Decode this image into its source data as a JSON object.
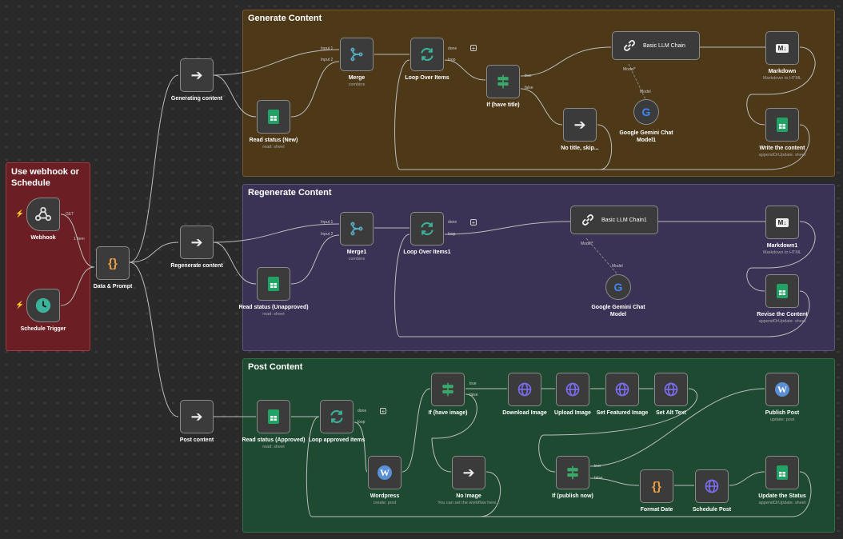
{
  "groups": {
    "trigger": "Use webhook or Schedule",
    "generate": "Generate Content",
    "regenerate": "Regenerate Content",
    "post": "Post Content"
  },
  "nodes": {
    "webhook": {
      "label": "Webhook"
    },
    "schedule": {
      "label": "Schedule Trigger"
    },
    "data_prompt": {
      "label": "Data & Prompt"
    },
    "generating": {
      "label": "Generating content"
    },
    "regenerating": {
      "label": "Regenerate content"
    },
    "post_content": {
      "label": "Post content"
    },
    "read_new": {
      "label": "Read status (New)",
      "sub": "read: sheet"
    },
    "merge": {
      "label": "Merge",
      "sub": "combine"
    },
    "loop": {
      "label": "Loop Over Items"
    },
    "if_title": {
      "label": "If (have title)"
    },
    "llm": {
      "label": "Basic LLM Chain"
    },
    "markdown": {
      "label": "Markdown",
      "sub": "Markdown to HTML"
    },
    "gemini1": {
      "label": "Google Gemini Chat Model1"
    },
    "no_title": {
      "label": "No title, skip..."
    },
    "write_content": {
      "label": "Write the content",
      "sub": "appendOrUpdate: sheet"
    },
    "read_unapproved": {
      "label": "Read status (Unapproved)",
      "sub": "read: sheet"
    },
    "merge1": {
      "label": "Merge1",
      "sub": "combine"
    },
    "loop1": {
      "label": "Loop Over Items1"
    },
    "llm1": {
      "label": "Basic LLM Chain1"
    },
    "markdown1": {
      "label": "Markdown1",
      "sub": "Markdown to HTML"
    },
    "gemini": {
      "label": "Google Gemini Chat Model"
    },
    "revise": {
      "label": "Revise the Content",
      "sub": "appendOrUpdate: sheet"
    },
    "read_approved": {
      "label": "Read status (Approved)",
      "sub": "read: sheet"
    },
    "loop_approved": {
      "label": "Loop approved items"
    },
    "wordpress": {
      "label": "Wordpress",
      "sub": "create: post"
    },
    "if_image": {
      "label": "If (have image)"
    },
    "no_image": {
      "label": "No Image",
      "sub": "You can set the workflow here..."
    },
    "download_image": {
      "label": "Download Image"
    },
    "upload_image": {
      "label": "Upload Image"
    },
    "set_featured": {
      "label": "Set Featured Image"
    },
    "set_alt": {
      "label": "Set Alt Text"
    },
    "publish_post": {
      "label": "Publish Post",
      "sub": "update: post"
    },
    "if_publish": {
      "label": "If (publish now)"
    },
    "format_date": {
      "label": "Format Date"
    },
    "schedule_post": {
      "label": "Schedule Post"
    },
    "update_status": {
      "label": "Update the Status",
      "sub": "appendOrUpdate: sheet"
    }
  },
  "port_labels": {
    "get": "GET",
    "one_item": "1 item",
    "input1": "Input 1",
    "input2": "Input 2",
    "done": "done",
    "loop": "loop",
    "true": "true",
    "false": "false",
    "model": "Model",
    "model_star": "Model*"
  },
  "colors": {
    "trigger_bg": "#6b1f24",
    "trigger_border": "#a33a40",
    "generate_bg": "#4d3818",
    "generate_border": "#7a5a2a",
    "regenerate_bg": "#3a3356",
    "regenerate_border": "#5d5484",
    "post_bg": "#1d4a30",
    "post_border": "#2f7048",
    "sheet_green": "#21a366",
    "loop_green": "#3bb39a",
    "if_green": "#3aa86b",
    "code_orange": "#f0a040",
    "http_purple": "#7b6cf0",
    "wp_blue": "#5a8fd6"
  },
  "icons": {
    "webhook": "webhook-icon",
    "schedule": "clock-icon",
    "code": "code-braces-icon",
    "noop": "arrow-right-icon",
    "sheets": "google-sheets-icon",
    "merge": "merge-icon",
    "loop": "refresh-icon",
    "if": "signpost-icon",
    "chain": "link-icon",
    "markdown": "markdown-icon",
    "gemini": "google-g-icon",
    "wordpress": "wordpress-icon",
    "http": "globe-icon"
  }
}
